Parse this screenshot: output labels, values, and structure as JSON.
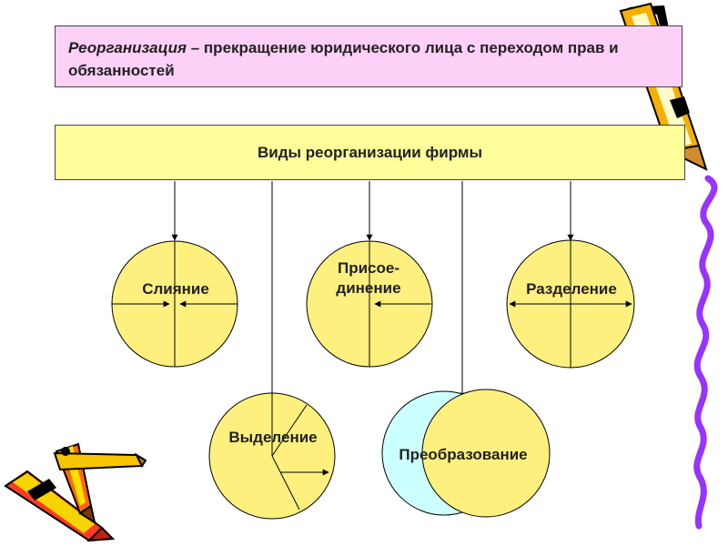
{
  "definition": {
    "term": "Реорганизация",
    "text": " – прекращение юридического лица с переходом прав и обязанностей"
  },
  "types_box": {
    "title": "Виды реорганизации фирмы"
  },
  "types": {
    "merger": "Слияние",
    "accession_line1": "Присое-",
    "accession_line2": "динение",
    "division": "Разделение",
    "separation": "Выделение",
    "transformation": "Преобразование"
  },
  "colors": {
    "circle_fill": "#fef07f",
    "box_yellow": "#fefe9a",
    "box_pink": "#fdd0f8",
    "ghost_circle": "#ccffff",
    "squiggle": "#9933ff"
  },
  "icons": [
    "pencil-icon",
    "crayon-icon",
    "squiggle-line-icon"
  ]
}
